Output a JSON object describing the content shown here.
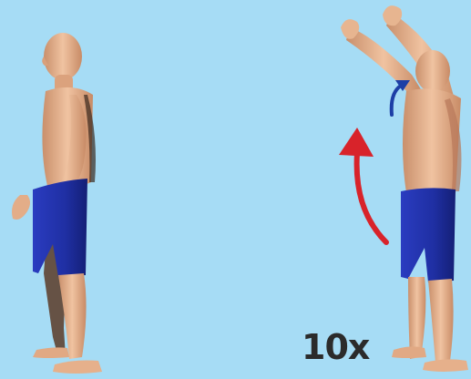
{
  "exercise": {
    "repetitions_label": "10x"
  },
  "figures": [
    {
      "name": "start-position",
      "description_icon": "standing-figure-arms-down"
    },
    {
      "name": "end-position",
      "description_icon": "standing-figure-arms-raised"
    }
  ],
  "icons": {
    "movement_arrow": "upward-curved-arrow",
    "rotation_arrow": "shoulder-rotation-arrow"
  },
  "colors": {
    "background": "#a6dcf5",
    "skin": "#e8b38e",
    "shorts": "#1f2fa3",
    "movement_arrow": "#d8232a",
    "rotation_arrow": "#1d3fa6",
    "text": "#2b2b2b"
  }
}
